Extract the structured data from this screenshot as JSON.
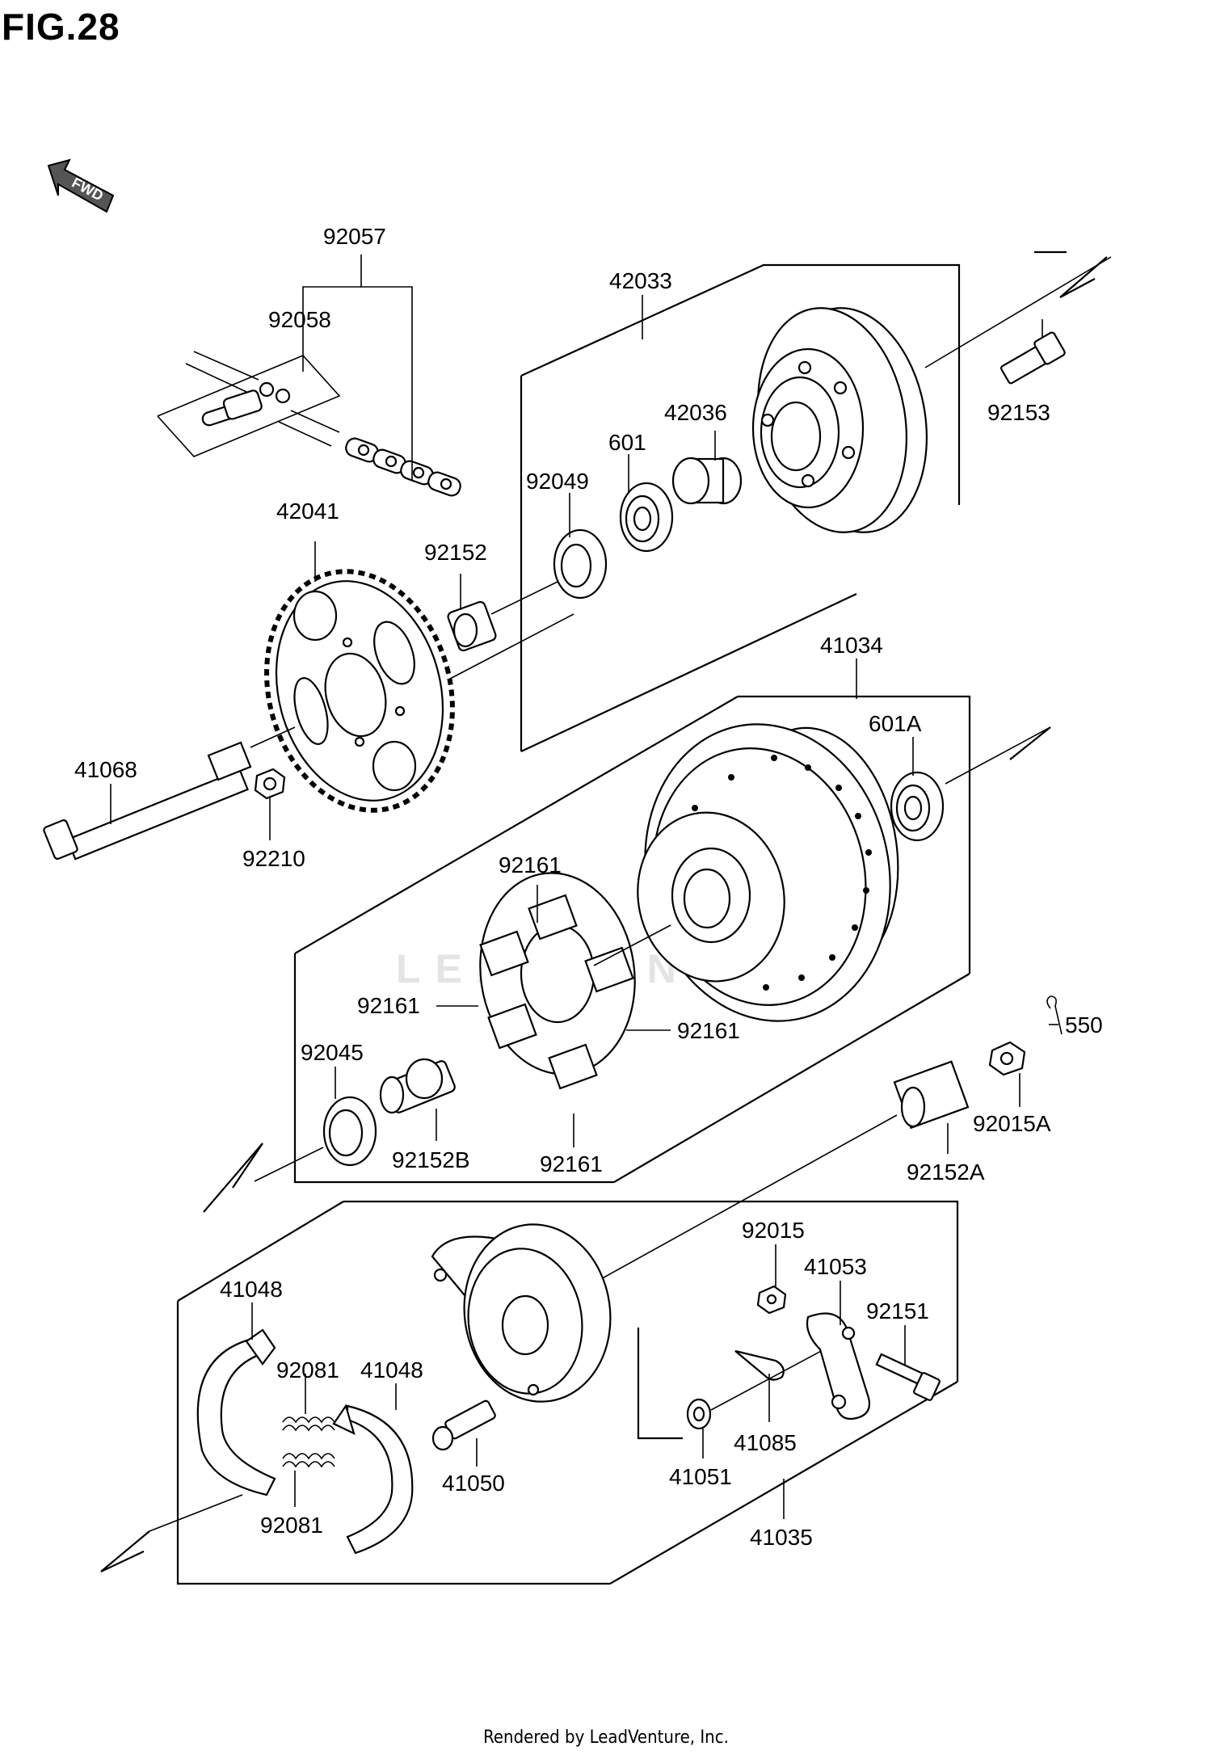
{
  "figure": {
    "title": "FIG.28",
    "fwd_label": "FWD",
    "footer": "Rendered by LeadVenture, Inc.",
    "watermark_text": "LEADVENTURE"
  },
  "parts": [
    "92057",
    "92058",
    "42033",
    "92153",
    "42036",
    "601",
    "92049",
    "92152",
    "42041",
    "41034",
    "601A",
    "41068",
    "92210",
    "92161",
    "92161",
    "92161",
    "92161",
    "92045",
    "92152B",
    "550",
    "92015A",
    "92152A",
    "92015",
    "41053",
    "41048",
    "92151",
    "92081",
    "41048",
    "41085",
    "41050",
    "41051",
    "92081",
    "41035"
  ]
}
